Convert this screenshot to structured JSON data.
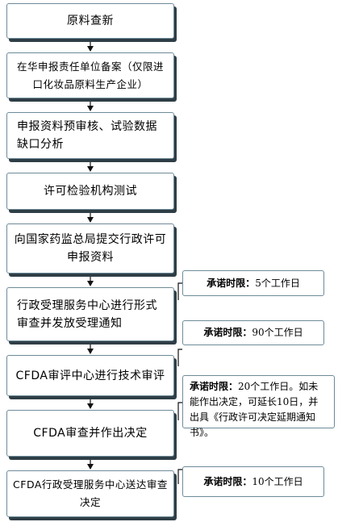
{
  "flow_steps": [
    "原料查新",
    "在华申报责任单位备案（仅限进口化妆品原料生产企业）",
    "申报资料预审核、试验数据缺口分析",
    "许可检验机构测试",
    "向国家药监总局提交行政许可申报资料",
    "行政受理服务中心进行形式审查并发放受理通知",
    "CFDA审评中心进行技术审评",
    "CFDA审查并作出决定",
    "CFDA行政受理服务中心送达审查决定"
  ],
  "notes": [
    {
      "label": "承诺时限：",
      "text": "5个工作日"
    },
    {
      "label": "承诺时限：",
      "text": "90个工作日"
    },
    {
      "label": "承诺时限：",
      "text": "20个工作日。如未能作出决定，可延长10日，并出具《行政许可决定延期通知书》。"
    },
    {
      "label": "承诺时限：",
      "text": "10个工作日"
    }
  ]
}
